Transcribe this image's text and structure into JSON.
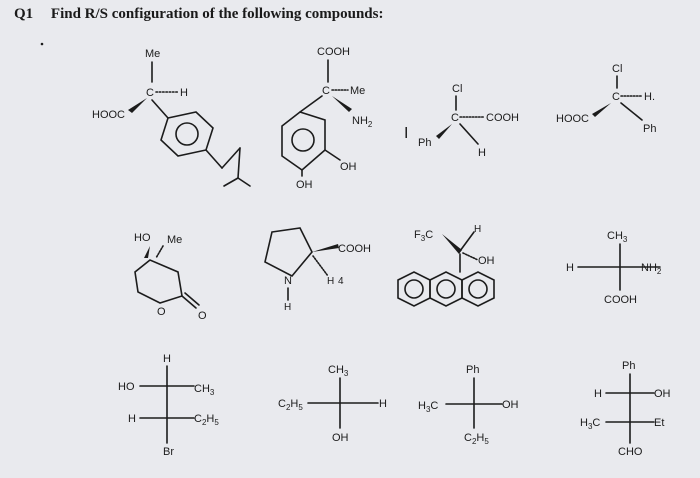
{
  "question": {
    "number": "Q1",
    "prompt": "Find R/S configuration of the following compounds:"
  },
  "compounds": {
    "c1": {
      "top": "Me",
      "center": "C",
      "right": "H",
      "left": "HOOC"
    },
    "c2": {
      "top": "COOH",
      "center": "C",
      "right": "Me",
      "nh2": "NH",
      "oh_ring": "OH",
      "oh_bottom": "OH"
    },
    "c3": {
      "top": "Cl",
      "center": "C",
      "right": "COOH",
      "left": "Ph",
      "bottom": "H"
    },
    "c4": {
      "top": "Cl",
      "center": "C",
      "right": "H.",
      "left": "HOOC",
      "bottom": "Ph"
    },
    "c5": {
      "ho": "HO",
      "me": "Me",
      "o_ring": "O",
      "o_carbonyl": "O"
    },
    "c6": {
      "cooh": "COOH",
      "h": "H",
      "num": "4",
      "n": "N",
      "nh": "H"
    },
    "c7": {
      "cf3": "F",
      "h": "H",
      "oh": "OH"
    },
    "c8": {
      "top": "CH",
      "left": "H",
      "right": "NH",
      "bottom": "COOH"
    },
    "c9": {
      "top": "H",
      "upper_left": "HO",
      "upper_right": "CH",
      "lower_left": "H",
      "lower_right": "C",
      "bottom": "Br"
    },
    "c10": {
      "top": "CH",
      "left": "C",
      "right": "H",
      "bottom": "OH"
    },
    "c11": {
      "top": "Ph",
      "left": "H",
      "right": "OH",
      "bottom": "C"
    },
    "c12": {
      "top": "Ph",
      "upper_left": "H",
      "upper_right": "OH",
      "lower_left": "H",
      "lower_right": "Et",
      "bottom": "CHO"
    }
  },
  "subscripts": {
    "two": "2",
    "three": "3",
    "five": "5"
  },
  "colors": {
    "background": "#e9eaee",
    "ink": "#1c1c1c"
  }
}
